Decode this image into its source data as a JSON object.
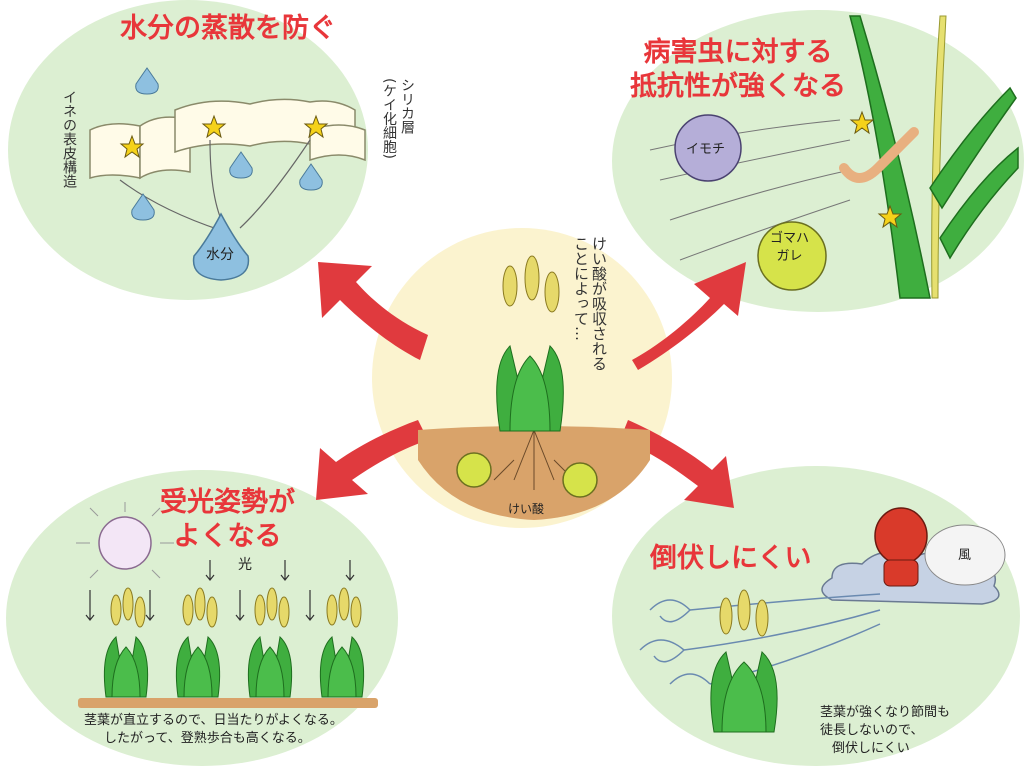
{
  "center": {
    "vertical_caption": [
      "けい酸が吸収される",
      "ことによって…"
    ],
    "soil_label": "けい酸"
  },
  "top_left": {
    "title": "水分の蒸散を防ぐ",
    "label_epidermis": "イネの表皮構造",
    "label_silica": [
      "シリカ層",
      "(ケイ化細胞)"
    ],
    "water_label": "水分"
  },
  "top_right": {
    "title_line1": "病害虫に対する",
    "title_line2": "抵抗性が強くなる",
    "pest1": "イモチ",
    "pest2_line1": "ゴマハ",
    "pest2_line2": "ガレ"
  },
  "bottom_left": {
    "title_line1": "受光姿勢が",
    "title_line2": "よくなる",
    "light_label": "光",
    "caption_line1": "茎葉が直立するので、日当たりがよくなる。",
    "caption_line2": "したがって、登熟歩合も高くなる。"
  },
  "bottom_right": {
    "title": "倒伏しにくい",
    "wind_label": "風",
    "caption_line1": "茎葉が強くなり節間も",
    "caption_line2": "徒長しないので、",
    "caption_line3": "倒伏しにくい"
  },
  "colors": {
    "ellipse_green": "#dcefd2",
    "title_red": "#e8363a",
    "arrow_red": "#e03a3e",
    "center_yellow": "#fbf3cf",
    "soil": "#d9a36a",
    "plant_green": "#3fae3f",
    "grain_yellow": "#e6d96a"
  }
}
